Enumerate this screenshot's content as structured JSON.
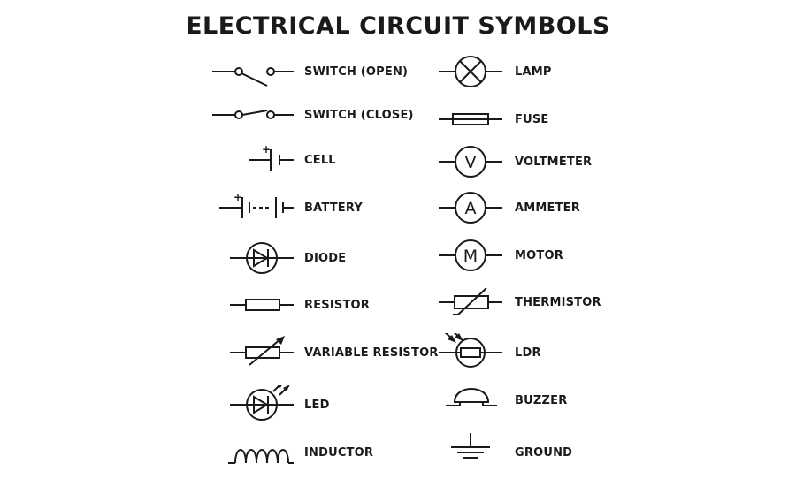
{
  "title": "ELECTRICAL CIRCUIT SYMBOLS",
  "symbols_left": [
    {
      "label": "SWITCH (OPEN)",
      "icon": "switch-open-icon"
    },
    {
      "label": "SWITCH (CLOSE)",
      "icon": "switch-closed-icon"
    },
    {
      "label": "CELL",
      "icon": "cell-icon"
    },
    {
      "label": "BATTERY",
      "icon": "battery-icon"
    },
    {
      "label": "DIODE",
      "icon": "diode-icon"
    },
    {
      "label": "RESISTOR",
      "icon": "resistor-icon"
    },
    {
      "label": "VARIABLE RESISTOR",
      "icon": "variable-resistor-icon"
    },
    {
      "label": "LED",
      "icon": "led-icon"
    },
    {
      "label": "INDUCTOR",
      "icon": "inductor-icon"
    }
  ],
  "symbols_right": [
    {
      "label": "LAMP",
      "icon": "lamp-icon"
    },
    {
      "label": "FUSE",
      "icon": "fuse-icon"
    },
    {
      "label": "VOLTMETER",
      "icon": "voltmeter-icon"
    },
    {
      "label": "AMMETER",
      "icon": "ammeter-icon"
    },
    {
      "label": "MOTOR",
      "icon": "motor-icon"
    },
    {
      "label": "THERMISTOR",
      "icon": "thermistor-icon"
    },
    {
      "label": "LDR",
      "icon": "ldr-icon"
    },
    {
      "label": "BUZZER",
      "icon": "buzzer-icon"
    },
    {
      "label": "GROUND",
      "icon": "ground-icon"
    }
  ],
  "meter_letters": {
    "voltmeter": "V",
    "ammeter": "A",
    "motor": "M"
  },
  "polarity_mark": "+"
}
